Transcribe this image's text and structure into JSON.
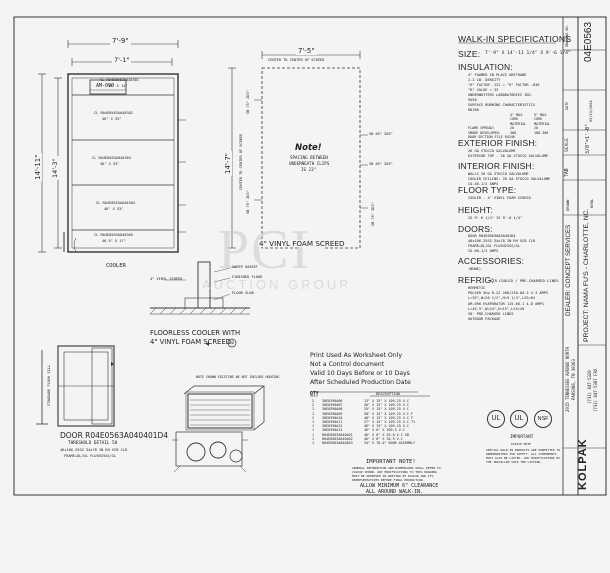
{
  "spec_title": "WALK-IN SPECIFICATIONS",
  "size": {
    "label": "SIZE:",
    "value": "7'-9\" X 14'-11 1/4\" X 9'-6 1/4\""
  },
  "insulation": {
    "label": "INSULATION:",
    "lines": [
      "4\" FOAMED IN PLACE URETHANE",
      "2.2 LB. DENSITY",
      "\"K\" FACTOR .122 = \"U\" FACTOR .030",
      "\"R\" VALUE = 33",
      "UNDERWRITERS LABORATORIES INC.",
      "9A50",
      "SURFACE BURNING CHARACTERISTICS",
      "R8160"
    ],
    "table": [
      [
        "",
        "4\" MAX",
        "5\" MAX"
      ],
      [
        "",
        "CORE",
        "CORE"
      ],
      [
        "",
        "MATERIAL",
        "MATERIAL"
      ],
      [
        "FLAME SPREAD:",
        "20",
        "20"
      ],
      [
        "SMOKE DEVELOPED:",
        "300",
        "180-300"
      ],
      [
        "DOOR SECTION FILE R4246",
        "",
        ""
      ]
    ]
  },
  "exterior": {
    "label": "EXTERIOR FINISH:",
    "lines": [
      "26 GA STUCCO GALVALUME",
      "EXTERIOR TOP - 26 GA STUCCO GALVALUME"
    ]
  },
  "interior": {
    "label": "INTERIOR FINISH:",
    "lines": [
      "WALLS 26 GA STUCCO GALVALUME",
      "COOLER CEILING: 26 GA STUCCO GALVALUME",
      "CO-40-1/2 ANPS"
    ]
  },
  "floor": {
    "label": "FLOOR TYPE:",
    "lines": [
      "COOLER - 4\" VINYL FOAM SCREED"
    ]
  },
  "height": {
    "label": "HEIGHT:",
    "lines": [
      "CO 9'-6 1/4\"      IS 9'-0 1/4\""
    ]
  },
  "doors": {
    "label": "DOORS:",
    "lines": [
      "DOOR R04E0563A040401D4",
      "46x106.25SS 34x78 IN RH SCB CLR",
      "FRAME+DL/DL  FLUSH25SS/GL",
      "CO-60-1/2 AMPS"
    ]
  },
  "accessories": {
    "label": "ACCESSORIES:",
    "lines": [
      "(NONE)"
    ]
  },
  "refrig": {
    "label": "REFRIG:",
    "value": "AIR COOLED / PRE-CHARGED LINES",
    "lines": [
      "HERMETIC",
      "POLSER 3hp R-22 208/230-60-3 5.3 AMPS",
      "L=33\",W=26 1/2\",H=9 1/4\",LSS=64",
      "AM-090 EVAPORATOR 115-60-1 4.8 AMPS",
      "L=45.5\",W=24\",H=15\",LSS=49",
      "30' PRE-CHARGED LINES",
      "OUTDOOR PACKAGE"
    ]
  },
  "plan": {
    "overall_width": "7'-9\"",
    "inner_width": "7'-1\"",
    "overall_length": "14'-11\"",
    "inner_length": "14'-3\"",
    "evaporator": "AM-090",
    "panels": [
      [
        "CL R04E0563A040301",
        "34\" X 14\""
      ],
      [
        "CL R04E0563A040302",
        "46\" X 53\""
      ],
      [
        "CL R04E0563A040303",
        "46\" X 53\""
      ],
      [
        "CL R04E0563A040304",
        "46\" X 53\""
      ],
      [
        "CL R04E0563A040305",
        "46.5\" X 17\""
      ]
    ],
    "caption": "COOLER"
  },
  "clips": {
    "top_dim": "7'-5\"",
    "top_label": "CENTER TO CENTER OF SCREED",
    "side_dim": "14'-7\"",
    "side_label": "CENTER TO CENTER OF SCREED",
    "left_labels": [
      "SB 75\" 2D5\"",
      "SB 70\" 2D5\""
    ],
    "right_labels": [
      "SB 65\" 2D5\"",
      "SB 65\" 2D5\"",
      "SB 70\" 2D5\""
    ],
    "note_title": "Note!",
    "note_lines": [
      "SPACING BETWEEN",
      "UNDERNEATH CLIPS",
      "IS 23\""
    ],
    "caption": "4\" VINYL FOAM SCREED"
  },
  "floor_detail": {
    "labels": [
      "4\" VINYL SCREED",
      "SWEEP GASKET",
      "FINISHED FLOOR",
      "FLOOR SLAB"
    ],
    "caption": "FLOORLESS COOLER WITH",
    "caption2": "4\" VINYL FOAM SCREED",
    "callout": "10"
  },
  "door_detail": {
    "title": "DOOR R04E0563A040401D4",
    "line1": "THRESHOLD DETAIL 50",
    "line2": "46x106.25SS 34x78 IN RH SCB CLR",
    "line3": "FRAME+DL/DL  FLUSH25SS/GL",
    "side_label": "STANDARD FLUSH SILL"
  },
  "worksheet": {
    "lines": [
      "Print Used As Worksheet Only",
      "Not a Control document",
      "Valid 10 Days Before or 10 Days",
      "After Scheduled Production Date"
    ],
    "qty_label": "QTY",
    "desc_label": "DESCRIPTION",
    "rows": [
      [
        "2",
        "30E0390A06",
        "13\" X 15\" X 109.25 V-C"
      ],
      [
        "2",
        "30E0390A07",
        "46\" X 15\" X 109.25 V-C"
      ],
      [
        "1",
        "30E0390A08",
        "25\" X 15\" X 109.25 V-C"
      ],
      [
        "1",
        "30E0390A09",
        "30\" X 15\" X 109.25 V-C F"
      ],
      [
        "2",
        "30E0390A10",
        "46\" X 15\" X 109.25 V-C F"
      ],
      [
        "1",
        "30E0390A11",
        "27\" X 15\" X 109.25 V-C 71"
      ],
      [
        "1",
        "30E0390A12",
        "46\" X 15\" X 109.25 V-C"
      ],
      [
        "1",
        "30E0390A13",
        "36\" X 6\" X 109.5 V-C"
      ],
      [
        "1",
        "R04E0563A040401",
        "46\" X 6\" X 53.0 V-C SB"
      ],
      [
        "1",
        "R04E0563A040402",
        "46\" X 6\" X 34.5 V-C"
      ],
      [
        "1",
        "R04E0563A040403",
        "34\" X 78.0\" DOOR ASSEMBLY"
      ]
    ]
  },
  "equipment_note": "NOTE SHOWN EXISTING WE NOT INCLUDE HOUSING",
  "important": {
    "title": "IMPORTANT NOTE!",
    "lines": [
      "GENERAL INFORMATION AND DIMENSIONS SHALL REFER TO",
      "COLPAK SHOWN. ANY MODIFICATIONS TO THIS DRAWING",
      "MUST BE APPROVED IN WRITING BY KOLPAK AND ITS",
      "REPRESENTATIVES BEFORE FINAL PRODUCTION."
    ],
    "footer1": "ALLOW MINIMUM 6\" CLEARANCE",
    "footer2": "ALL AROUND WALK-IN."
  },
  "listing_important": {
    "title": "IMPORTANT",
    "sub": "PLEASE NOTE",
    "lines": [
      "SPECIAL WALK-IN PRODUCTS ARE SUBMITTED TO",
      "UNDERWRITERS FOR SAFETY. ALL COMPONENTS",
      "MUST ALSO BE LISTED. ANY MODIFICATIONS BY",
      "THE INSTALLER VOID THE LISTING."
    ]
  },
  "logos": [
    "UL",
    "UL",
    "NSF"
  ],
  "title_block": {
    "company": "KOLPAK",
    "address": [
      "2915 TENNESSEE AVENUE NORTH",
      "PARSONS, TN 38363",
      "(731) 847-5328",
      "(731) 847-5387 FAX"
    ],
    "dealer": "DEALER: CONCEPT SERVICES",
    "project": "PROJECT: NAMA FU'S - CHARLOTTE, NC.",
    "drawn_label": "DRAWN",
    "drawn_value": "KENL",
    "tab_label": "TAB",
    "scale_label": "SCALE",
    "scale_value": "3/8\"=1'-0\"",
    "date_label": "DATE",
    "date_value": "05/13/2004",
    "drawing_label": "DRAWING NO.",
    "drawing_no": "04E0563"
  },
  "watermark": "PCI",
  "watermark_sub": "AUCTION GROUP",
  "colors": {
    "ink": "#222222",
    "paper": "#f4f4f2",
    "watermark": "#c9c9c9"
  }
}
